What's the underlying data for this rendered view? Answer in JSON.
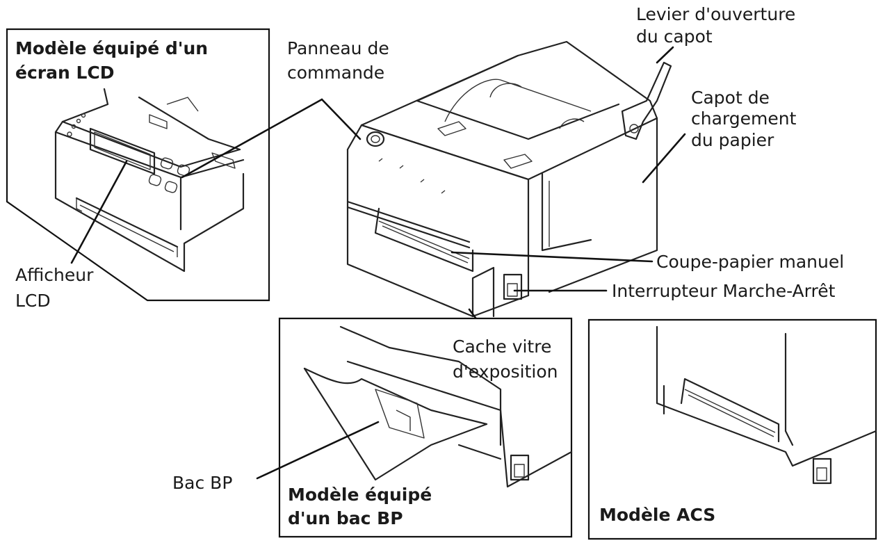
{
  "labels": {
    "lcd_model_line1": "Modèle équipé d'un",
    "lcd_model_line2": "écran LCD",
    "control_panel_line1": "Panneau de",
    "control_panel_line2": "commande",
    "cover_lever_line1": "Levier d'ouverture",
    "cover_lever_line2": "du capot",
    "paper_cover_line1": "Capot de",
    "paper_cover_line2": "chargement",
    "paper_cover_line3": "du papier",
    "cutter": "Coupe-papier manuel",
    "power_switch": "Interrupteur Marche-Arrêt",
    "lcd_display_line1": "Afficheur",
    "lcd_display_line2": "LCD",
    "glass_cover_line1": "Cache vitre",
    "glass_cover_line2": "d'exposition",
    "bp_tray": "Bac BP",
    "bp_model_line1": "Modèle équipé",
    "bp_model_line2": "d'un bac BP",
    "acs_model": "Modèle ACS"
  }
}
